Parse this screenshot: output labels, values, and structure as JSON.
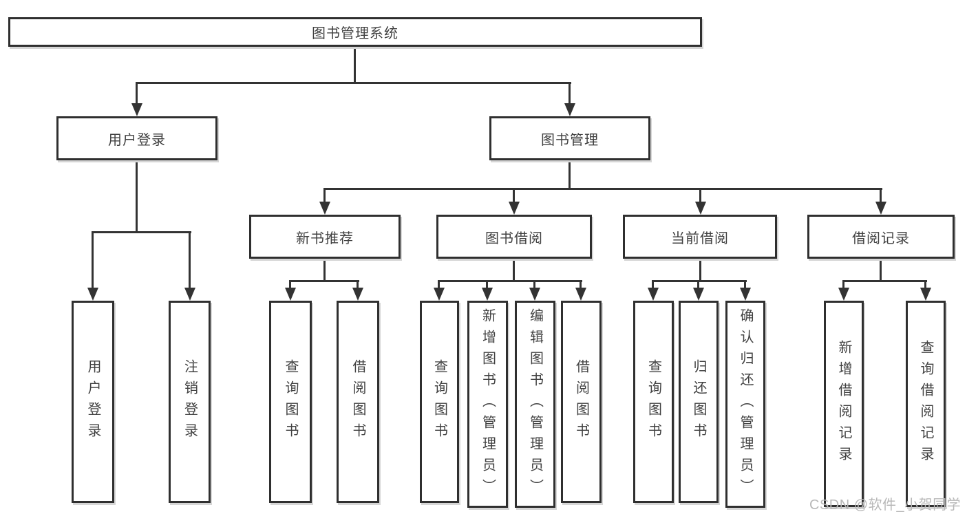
{
  "tree": {
    "root": {
      "label": "图书管理系统"
    },
    "children": [
      {
        "label": "用户登录",
        "leaves": [
          {
            "label": "用户登录"
          },
          {
            "label": "注销登录"
          }
        ]
      },
      {
        "label": "图书管理",
        "children": [
          {
            "label": "新书推荐",
            "leaves": [
              {
                "label": "查询图书"
              },
              {
                "label": "借阅图书"
              }
            ]
          },
          {
            "label": "图书借阅",
            "leaves": [
              {
                "label": "查询图书"
              },
              {
                "label": "新增图书（管理员）"
              },
              {
                "label": "编辑图书（管理员）"
              },
              {
                "label": "借阅图书"
              }
            ]
          },
          {
            "label": "当前借阅",
            "leaves": [
              {
                "label": "查询图书"
              },
              {
                "label": "归还图书"
              },
              {
                "label": "确认归还（管理员）"
              }
            ]
          },
          {
            "label": "借阅记录",
            "leaves": [
              {
                "label": "新增借阅记录"
              },
              {
                "label": "查询借阅记录"
              }
            ]
          }
        ]
      }
    ]
  },
  "watermark": {
    "text": "CSDN @软件_小贺同学"
  },
  "colors": {
    "line": "#333333",
    "box_border": "#2f2f2f",
    "text": "#414141",
    "watermark": "#b8b8b8",
    "background": "#ffffff"
  }
}
